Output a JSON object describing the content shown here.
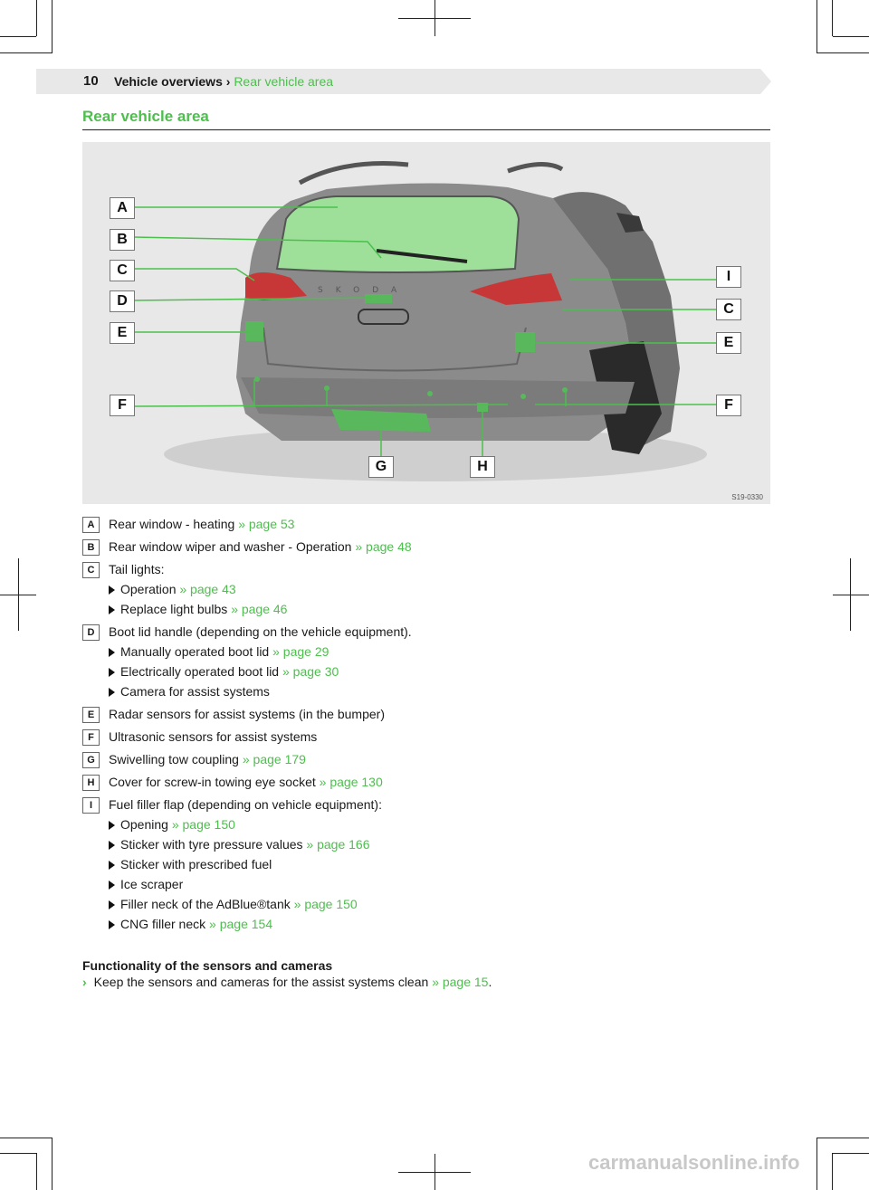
{
  "header": {
    "page_number": "10",
    "breadcrumb_section": "Vehicle overviews",
    "breadcrumb_sep": "›",
    "breadcrumb_current": "Rear vehicle area"
  },
  "section_title": "Rear vehicle area",
  "figure": {
    "code": "S19-0330",
    "callouts_left": [
      "A",
      "B",
      "C",
      "D",
      "E",
      "F"
    ],
    "callouts_right": [
      "I",
      "C",
      "E",
      "F"
    ],
    "callouts_bottom": [
      "G",
      "H"
    ]
  },
  "legend": [
    {
      "key": "A",
      "text": "Rear window - heating",
      "ref": "» page 53",
      "subs": []
    },
    {
      "key": "B",
      "text": "Rear window wiper and washer - Operation",
      "ref": "» page 48",
      "subs": []
    },
    {
      "key": "C",
      "text": "Tail lights:",
      "ref": "",
      "subs": [
        {
          "text": "Operation",
          "ref": "» page 43"
        },
        {
          "text": "Replace light bulbs",
          "ref": "» page 46"
        }
      ]
    },
    {
      "key": "D",
      "text": "Boot lid handle (depending on the vehicle equipment).",
      "ref": "",
      "subs": [
        {
          "text": "Manually operated boot lid",
          "ref": "» page 29"
        },
        {
          "text": "Electrically operated boot lid",
          "ref": "» page 30"
        },
        {
          "text": "Camera for assist systems",
          "ref": ""
        }
      ]
    },
    {
      "key": "E",
      "text": "Radar sensors for assist systems (in the bumper)",
      "ref": "",
      "subs": []
    },
    {
      "key": "F",
      "text": "Ultrasonic sensors for assist systems",
      "ref": "",
      "subs": []
    },
    {
      "key": "G",
      "text": "Swivelling tow coupling",
      "ref": "» page 179",
      "subs": []
    },
    {
      "key": "H",
      "text": "Cover for screw-in towing eye socket",
      "ref": "» page 130",
      "subs": []
    },
    {
      "key": "I",
      "text": "Fuel filler flap (depending on vehicle equipment):",
      "ref": "",
      "subs": [
        {
          "text": "Opening",
          "ref": "» page 150"
        },
        {
          "text": "Sticker with tyre pressure values",
          "ref": "» page 166"
        },
        {
          "text": "Sticker with prescribed fuel",
          "ref": ""
        },
        {
          "text": "Ice scraper",
          "ref": ""
        },
        {
          "text": "Filler neck of the AdBlue®tank",
          "ref": "» page 150"
        },
        {
          "text": "CNG filler neck",
          "ref": "» page 154"
        }
      ]
    }
  ],
  "functionality": {
    "heading": "Functionality of the sensors and cameras",
    "bullet": "›",
    "text": "Keep the sensors and cameras for the assist systems clean",
    "ref": "» page 15",
    "end": "."
  },
  "watermark": "carmanualsonline.info",
  "colors": {
    "accent": "#4cbf4c",
    "glass": "#9ee09a",
    "body": "#8a8b8a",
    "lights": "#c83737",
    "sensor": "#59b85c"
  }
}
